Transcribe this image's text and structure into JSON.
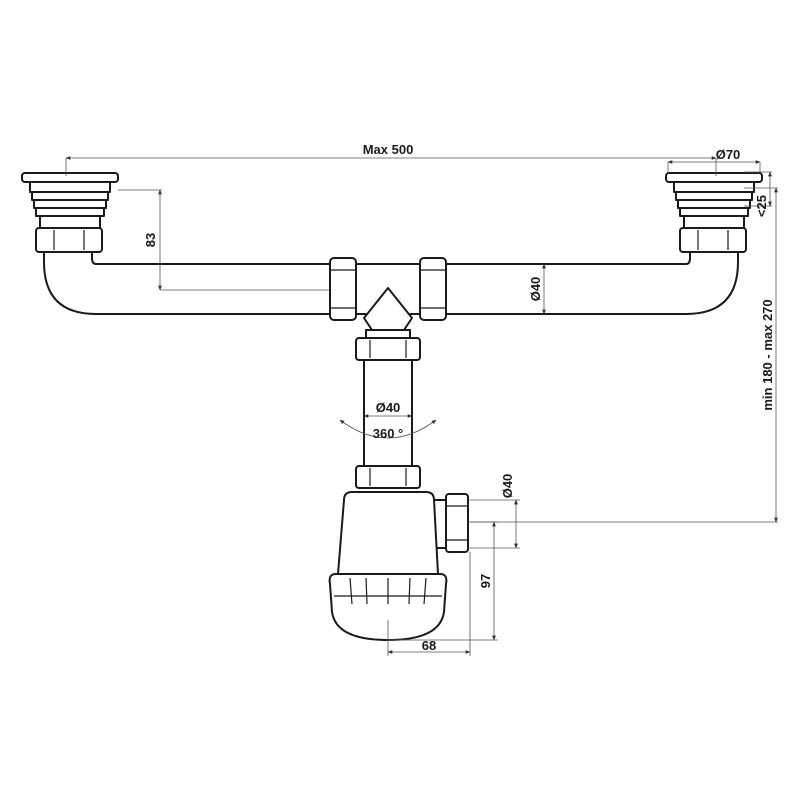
{
  "dimensions": {
    "max_width": "Max 500",
    "drain_diameter": "Ø70",
    "drain_thickness": "<25",
    "drain_to_pipe": "83",
    "horizontal_pipe": "Ø40",
    "vertical_pipe": "Ø40",
    "rotation": "360 °",
    "outlet_pipe": "Ø40",
    "height_range": "min 180 - max 270",
    "trap_height": "97",
    "trap_width": "68"
  }
}
